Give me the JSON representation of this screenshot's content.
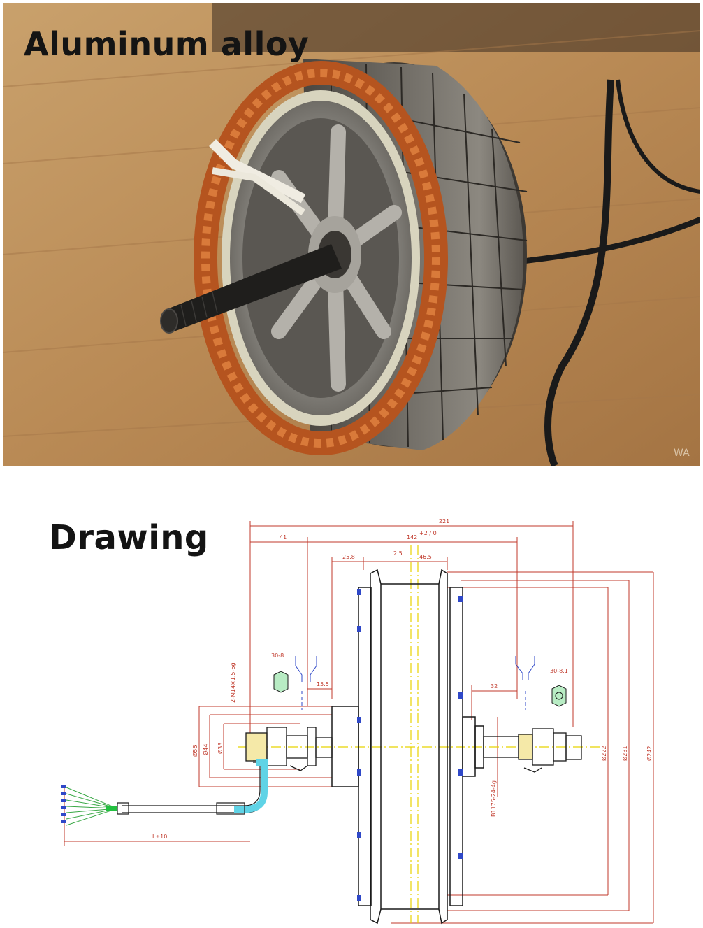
{
  "photo_section": {
    "title": "Aluminum alloy",
    "watermark": "WA"
  },
  "drawing_section": {
    "title": "Drawing",
    "dimensions": {
      "overall_width": "221",
      "left_offset": "41",
      "hub_width": "142",
      "hub_width_tol": "+2 / 0",
      "left_flange": "25.8",
      "center_gap": "2.5",
      "right_half": "46.5",
      "nut_left": "30-8",
      "nut_right": "30-8.1",
      "left_shoulder": "15.5",
      "right_spacer": "32",
      "thread_spec": "2-M14×1.5-6g",
      "dia_56": "Ø56",
      "dia_44": "Ø44",
      "dia_33": "Ø33",
      "dia_222": "Ø222",
      "dia_231": "Ø231",
      "dia_242": "Ø242",
      "bearing_spec": "B1175-24-4g",
      "cable_length": "L±10"
    }
  },
  "colors": {
    "dimension_red": "#c0392b",
    "centerline_yellow": "#e8d300",
    "cable_cyan": "#5fd3e6",
    "bolt_blue": "#2f48c8"
  }
}
